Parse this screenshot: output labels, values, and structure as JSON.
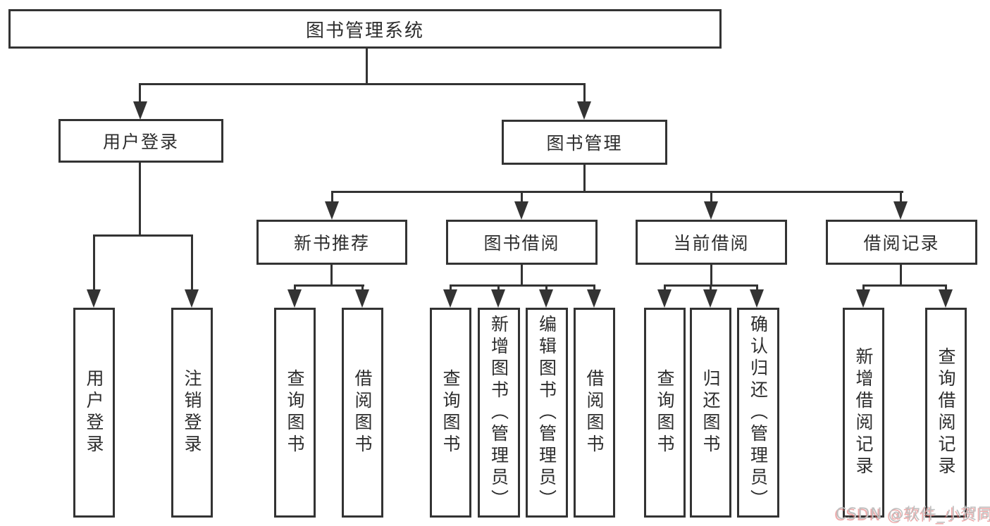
{
  "diagram": {
    "root": {
      "label": "图书管理系统"
    },
    "branches": [
      {
        "label": "用户登录",
        "leaves": [
          {
            "label": "用户登录"
          },
          {
            "label": "注销登录"
          }
        ]
      },
      {
        "label": "图书管理",
        "sections": [
          {
            "label": "新书推荐",
            "leaves": [
              {
                "label": "查询图书"
              },
              {
                "label": "借阅图书"
              }
            ]
          },
          {
            "label": "图书借阅",
            "leaves": [
              {
                "label": "查询图书"
              },
              {
                "label": "新增图书（管理员）"
              },
              {
                "label": "编辑图书（管理员）"
              },
              {
                "label": "借阅图书"
              }
            ]
          },
          {
            "label": "当前借阅",
            "leaves": [
              {
                "label": "查询图书"
              },
              {
                "label": "归还图书"
              },
              {
                "label": "确认归还（管理员）"
              }
            ]
          },
          {
            "label": "借阅记录",
            "leaves": [
              {
                "label": "新增借阅记录"
              },
              {
                "label": "查询借阅记录"
              }
            ]
          }
        ]
      }
    ],
    "watermark": "CSDN @软件_小贺同学",
    "colors": {
      "line": "#333333",
      "text": "#2d2d2d",
      "background": "#ffffff",
      "watermark": "#bfbfbf",
      "watermark_shadow": "#e06666"
    }
  }
}
